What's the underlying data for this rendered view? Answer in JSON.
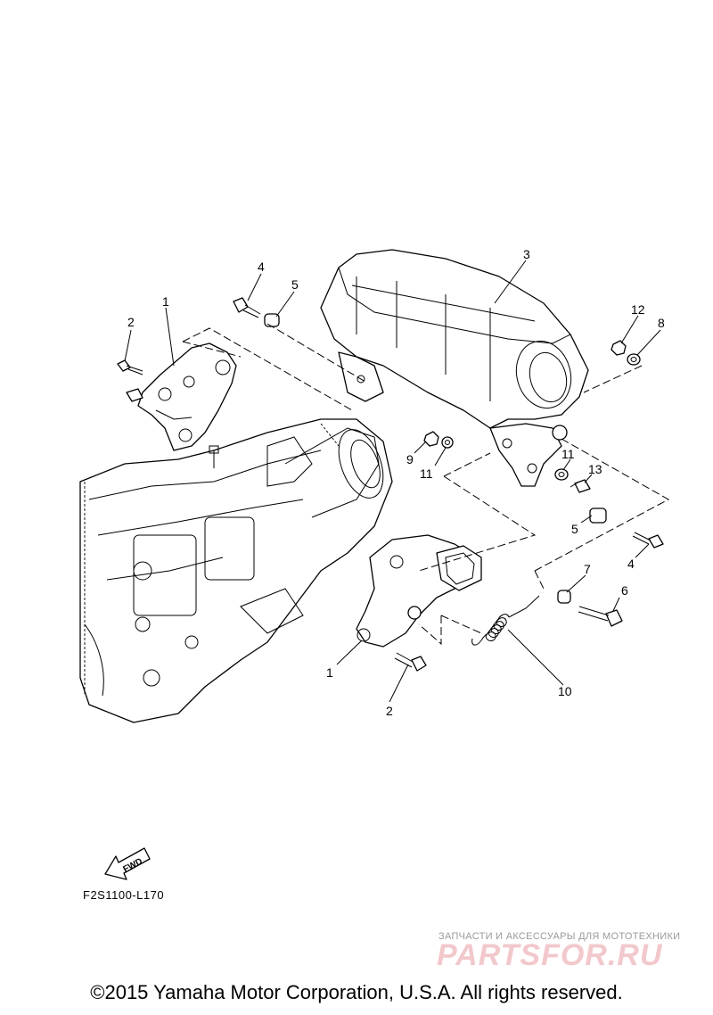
{
  "callouts": [
    {
      "id": "c1a",
      "label": "1"
    },
    {
      "id": "c2a",
      "label": "2"
    },
    {
      "id": "c4a",
      "label": "4"
    },
    {
      "id": "c5a",
      "label": "5"
    },
    {
      "id": "c3",
      "label": "3"
    },
    {
      "id": "c12",
      "label": "12"
    },
    {
      "id": "c8",
      "label": "8"
    },
    {
      "id": "c9",
      "label": "9"
    },
    {
      "id": "c11a",
      "label": "11"
    },
    {
      "id": "c11b",
      "label": "11"
    },
    {
      "id": "c13",
      "label": "13"
    },
    {
      "id": "c5b",
      "label": "5"
    },
    {
      "id": "c4b",
      "label": "4"
    },
    {
      "id": "c7",
      "label": "7"
    },
    {
      "id": "c6",
      "label": "6"
    },
    {
      "id": "c1b",
      "label": "1"
    },
    {
      "id": "c2b",
      "label": "2"
    },
    {
      "id": "c10",
      "label": "10"
    }
  ],
  "fwd_label": "FWD",
  "diagram_code": "F2S1100-L170",
  "copyright": "©2015 Yamaha Motor Corporation, U.S.A. All rights reserved.",
  "watermark": {
    "tagline": "ЗАПЧАСТИ И АКСЕССУАРЫ ДЛЯ МОТОТЕХНИКИ",
    "logo": "PARTSFOR.RU"
  }
}
